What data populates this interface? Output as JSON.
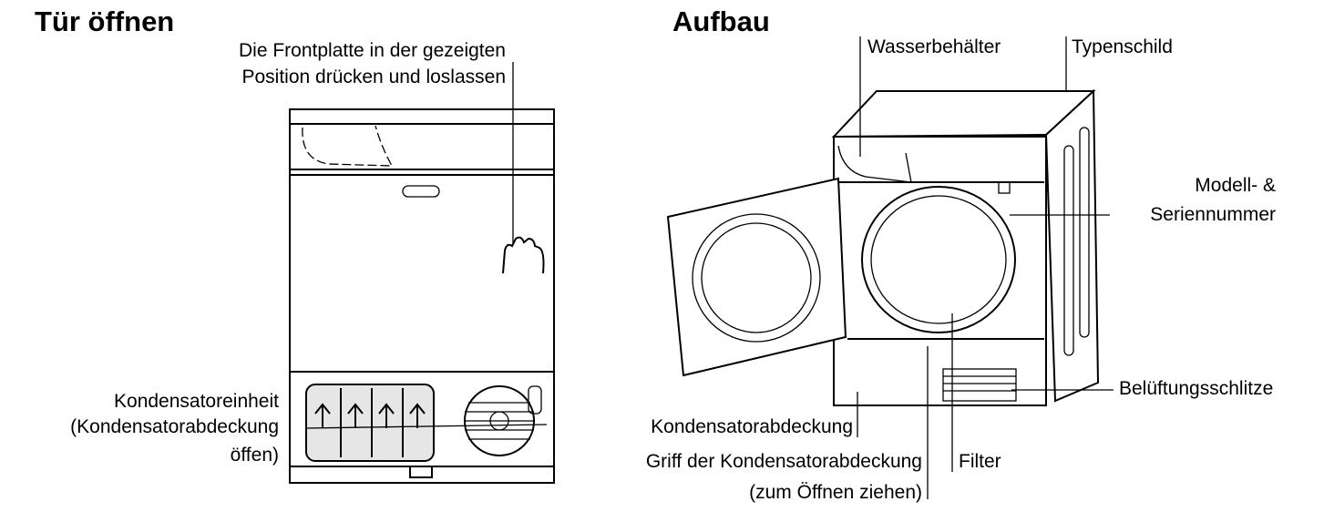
{
  "left_panel": {
    "title": "Tür öffnen",
    "press_note": [
      "Die Frontplatte in der gezeigten",
      "Position drücken und loslassen"
    ],
    "condenser_label": [
      "Kondensatoreinheit",
      "(Kondensatorabdeckung",
      "öffen)"
    ]
  },
  "right_panel": {
    "title": "Aufbau",
    "labels": {
      "water_tank": "Wasserbehälter",
      "rating_plate": "Typenschild",
      "model_serial": [
        "Modell- &",
        "Seriennummer"
      ],
      "vents": "Belüftungsschlitze",
      "condenser_cover": "Kondensatorabdeckung",
      "filter": "Filter",
      "cover_handle": [
        "Griff der Kondensatorabdeckung",
        "(zum Öffnen ziehen)"
      ]
    }
  }
}
